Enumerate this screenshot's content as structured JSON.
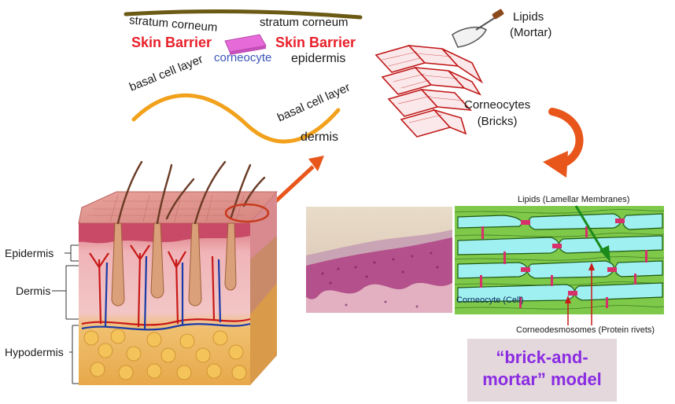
{
  "top_diagram": {
    "stratum_left": "stratum corneum",
    "stratum_right": "stratum corneum",
    "skin_barrier_left": "Skin Barrier",
    "skin_barrier_right": "Skin Barrier",
    "corneocyte": "corneocyte",
    "epidermis": "epidermis",
    "basal_left": "basal cell layer",
    "basal_right": "basal cell layer",
    "dermis": "dermis"
  },
  "bricks": {
    "lipids_line1": "Lipids",
    "lipids_line2": "(Mortar)",
    "corneocytes_line1": "Corneocytes",
    "corneocytes_line2": "(Bricks)"
  },
  "skin_block": {
    "epidermis": "Epidermis",
    "dermis": "Dermis",
    "hypodermis": "Hypodermis"
  },
  "micro": {
    "lipids": "Lipids (Lamellar Membranes)",
    "corneocyte_cell": "Corneocyte (Cell)",
    "corneodesmosomes": "Corneodesmosomes (Protein rivets)"
  },
  "model_box": {
    "line1": "“brick-and-",
    "line2": "mortar” model"
  },
  "colors": {
    "stratum_line": "#6b5a14",
    "basal_line": "#f2a11c",
    "skin_barrier": "#e8202a",
    "corneocyte_text": "#3a56b8",
    "arrow_orange": "#e8561c",
    "model_text": "#8a2be2",
    "model_box_bg": "#e4d8dc",
    "cyan_cell": "#9ff0f0",
    "lipid_green": "#7fc94a"
  }
}
